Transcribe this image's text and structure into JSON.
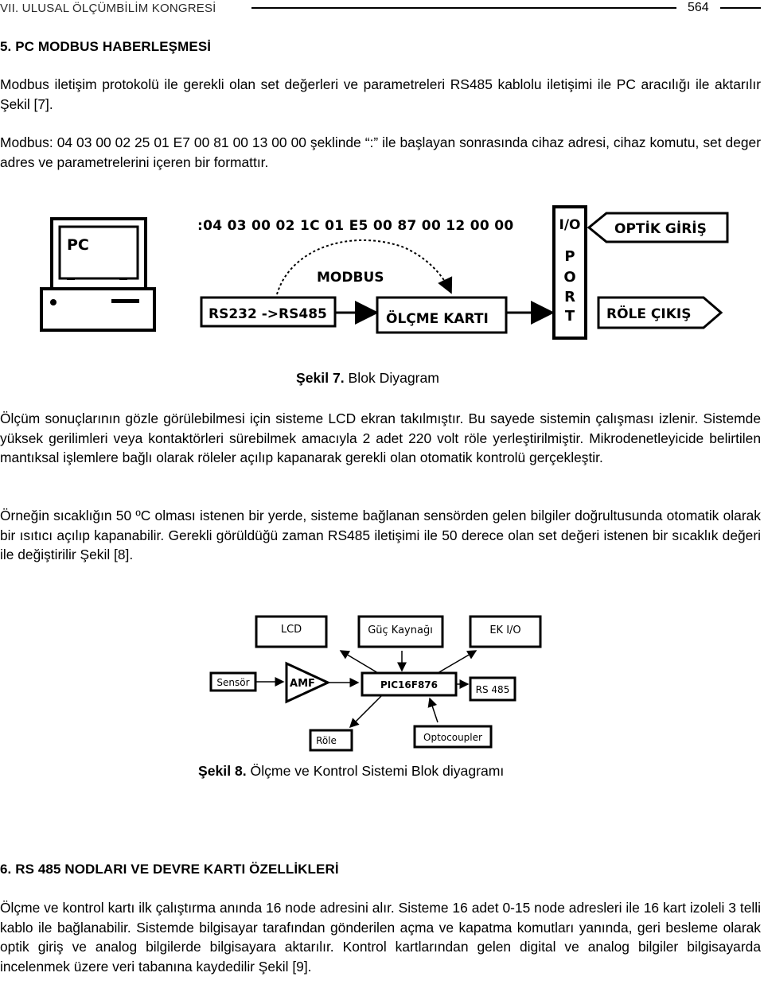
{
  "header": {
    "left": "VII. ULUSAL ÖLÇÜMBİLİM KONGRESİ",
    "page": "564"
  },
  "section5": {
    "title": "5. PC MODBUS HABERLEŞMESİ",
    "para1": "Modbus iletişim protokolü ile gerekli olan set değerleri ve parametreleri RS485 kablolu iletişimi ile PC aracılığı ile aktarılır Şekil [7].",
    "para2": "Modbus: 04 03 00 02 25 01 E7 00 81 00 13 00 00 şeklinde “:” ile başlayan sonrasında cihaz adresi, cihaz komutu, set deger adres ve parametrelerini içeren bir formattır."
  },
  "figure7": {
    "frame": ":04 03 00 02 1C 01 E5 00 87 00 12 00 00",
    "pc_label": "PC",
    "modbus_label": "MODBUS",
    "rs_label": "RS232 ->RS485",
    "olcme_label": "ÖLÇME KARTI",
    "io_label": "I/O",
    "port_letters": [
      "P",
      "O",
      "R",
      "T"
    ],
    "optik_label": "OPTİK GİRİŞ",
    "role_label": "RÖLE ÇIKIŞ",
    "caption_bold": "Şekil 7.",
    "caption_text": " Blok Diyagram"
  },
  "para3": "Ölçüm sonuçlarının gözle görülebilmesi için sisteme LCD ekran takılmıştır. Bu sayede sistemin çalışması izlenir. Sistemde yüksek gerilimleri veya kontaktörleri sürebilmek amacıyla 2 adet 220 volt röle yerleştirilmiştir. Mikrodenetleyicide belirtilen mantıksal işlemlere bağlı olarak röleler açılıp kapanarak gerekli olan otomatik kontrolü gerçekleştir.",
  "para4": "Örneğin sıcaklığın 50 ºC olması istenen bir yerde, sisteme bağlanan sensörden gelen bilgiler doğrultusunda otomatik olarak bir ısıtıcı açılıp kapanabilir. Gerekli görüldüğü zaman RS485 iletişimi ile 50 derece olan set değeri istenen bir sıcaklık değeri ile değiştirilir Şekil [8].",
  "figure8": {
    "lcd": "LCD",
    "guc": "Güç Kaynağı",
    "ek": "EK I/O",
    "sensor": "Sensör",
    "amf": "AMF",
    "pic": "PIC16F876",
    "rs485": "RS 485",
    "role": "Röle",
    "opto": "Optocoupler",
    "caption_bold": "Şekil 8.",
    "caption_text": " Ölçme ve Kontrol Sistemi Blok diyagramı"
  },
  "section6": {
    "title": "6. RS 485 NODLARI VE DEVRE KARTI ÖZELLİKLERİ",
    "para": "Ölçme ve kontrol kartı ilk çalıştırma anında 16 node adresini alır. Sisteme 16 adet 0-15 node adresleri ile 16 kart izoleli 3 telli kablo ile bağlanabilir. Sistemde bilgisayar tarafından gönderilen açma ve kapatma komutları yanında, geri besleme olarak optik giriş ve analog bilgilerde bilgisayara aktarılır. Kontrol kartlarından gelen digital ve analog bilgiler bilgisayarda incelenmek üzere veri tabanına kaydedilir Şekil [9]."
  }
}
